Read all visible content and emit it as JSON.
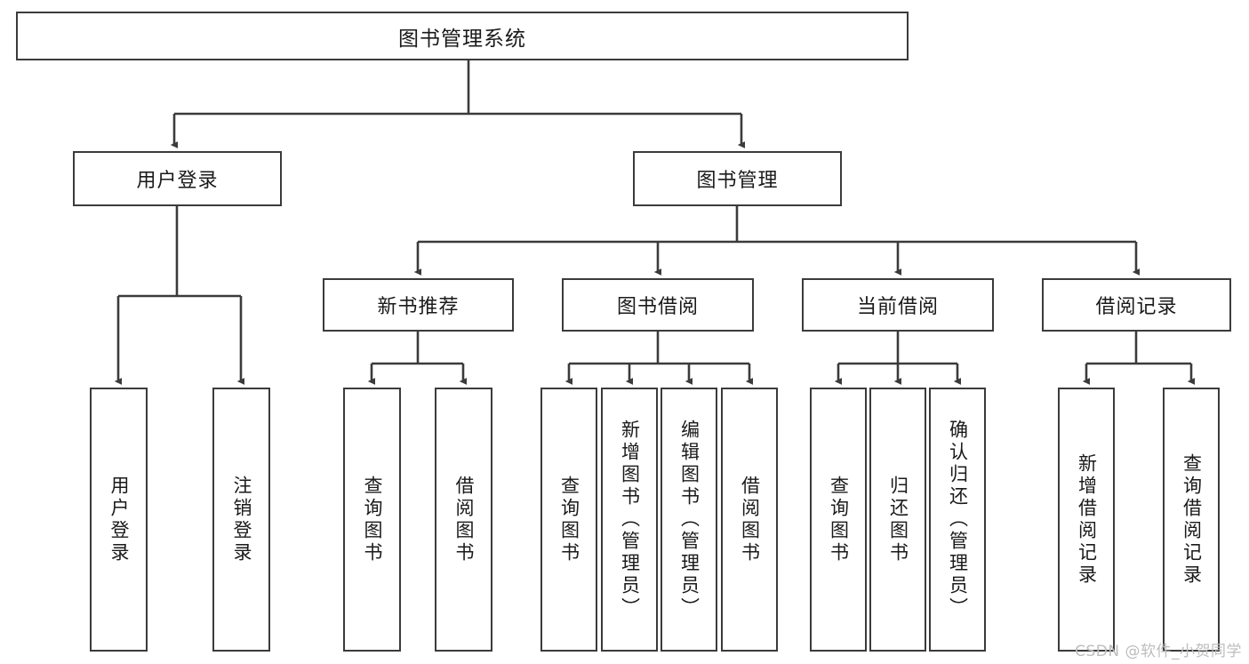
{
  "diagram": {
    "title": "图书管理系统",
    "type": "tree-hierarchy-chart",
    "watermark": "CSDN @软件_小贺同学",
    "colors": {
      "box_border": "#3b3b3b",
      "box_fill": "#ffffff",
      "edge": "#3b3b3b",
      "text": "#1a1a1a",
      "watermark": "#bdbdbd",
      "background": "#ffffff"
    },
    "root": {
      "label": "图书管理系统"
    },
    "level2": [
      {
        "label": "用户登录"
      },
      {
        "label": "图书管理"
      }
    ],
    "level3": [
      {
        "label": "新书推荐"
      },
      {
        "label": "图书借阅"
      },
      {
        "label": "当前借阅"
      },
      {
        "label": "借阅记录"
      }
    ],
    "leaves": {
      "user_login": [
        {
          "label": "用户登录"
        },
        {
          "label": "注销登录"
        }
      ],
      "new_book_recommend": [
        {
          "label": "查询图书"
        },
        {
          "label": "借阅图书"
        }
      ],
      "book_borrow": [
        {
          "label": "查询图书"
        },
        {
          "label": "新增图书（管理员）"
        },
        {
          "label": "编辑图书（管理员）"
        },
        {
          "label": "借阅图书"
        }
      ],
      "current_borrow": [
        {
          "label": "查询图书"
        },
        {
          "label": "归还图书"
        },
        {
          "label": "确认归还（管理员）"
        }
      ],
      "borrow_record": [
        {
          "label": "新增借阅记录"
        },
        {
          "label": "查询借阅记录"
        }
      ]
    }
  }
}
